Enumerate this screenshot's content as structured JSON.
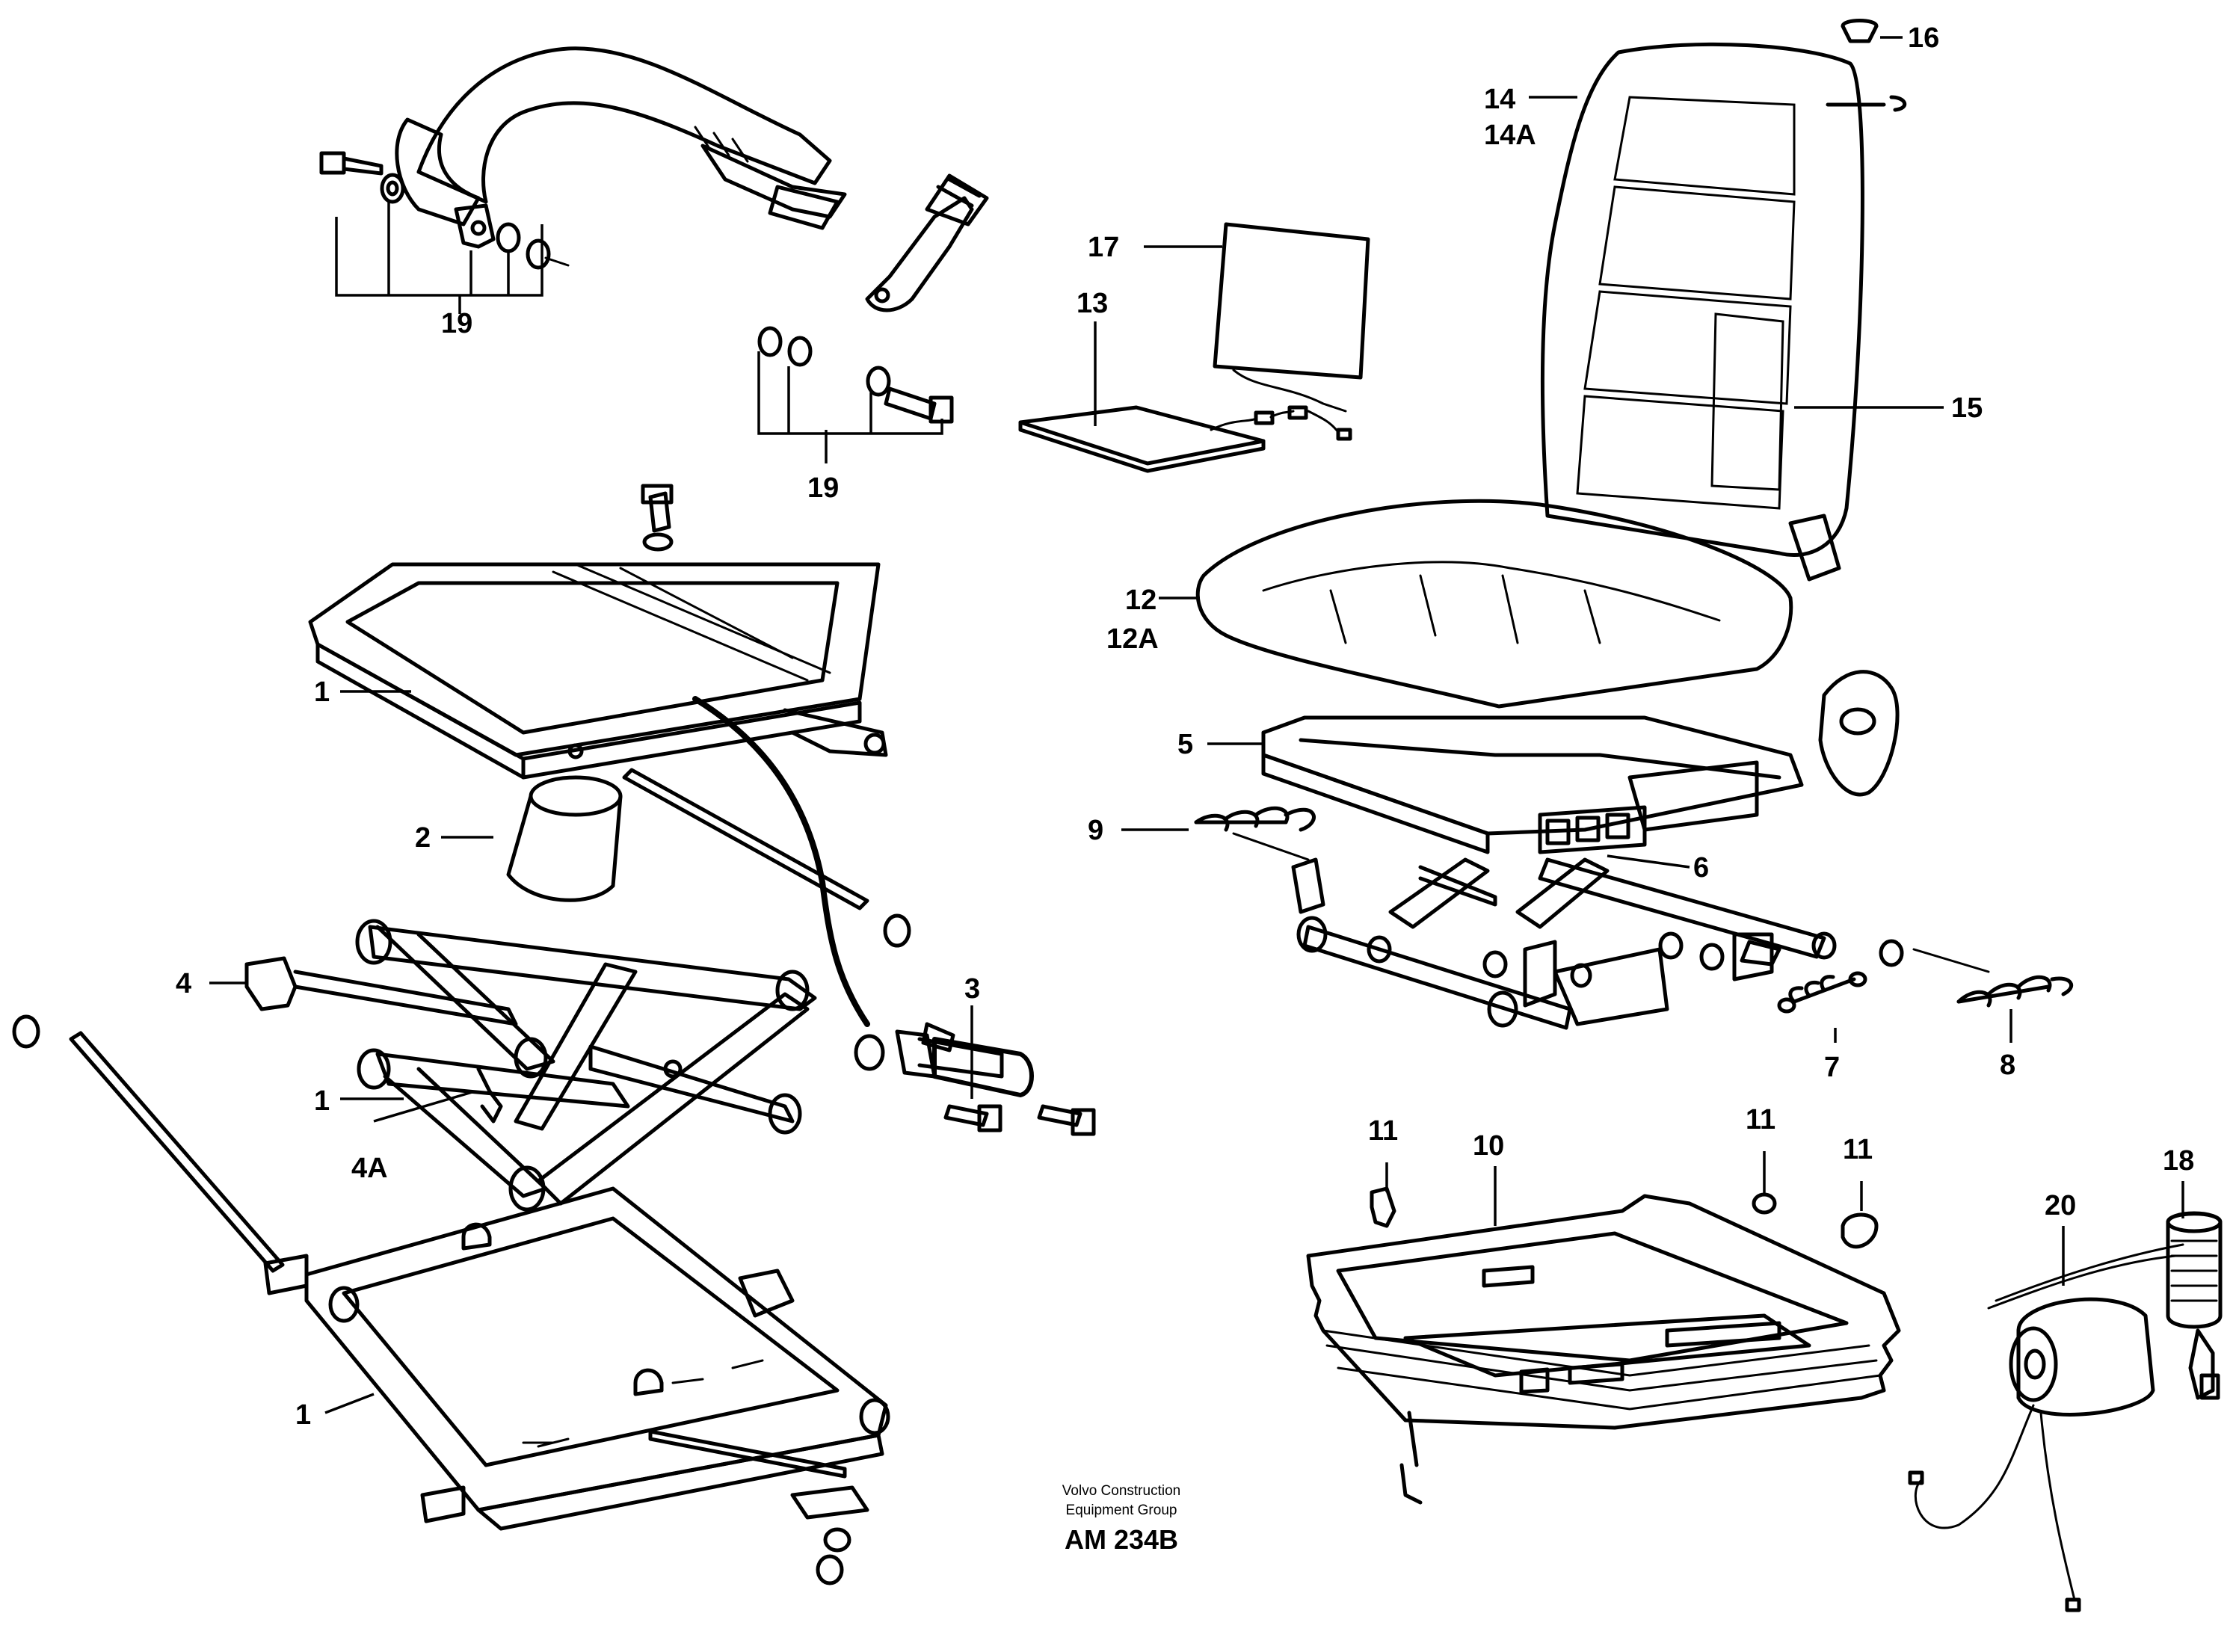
{
  "callouts": [
    {
      "id": "c1a",
      "text": "1"
    },
    {
      "id": "c1b",
      "text": "1"
    },
    {
      "id": "c1c",
      "text": "1"
    },
    {
      "id": "c2",
      "text": "2"
    },
    {
      "id": "c3",
      "text": "3"
    },
    {
      "id": "c4",
      "text": "4"
    },
    {
      "id": "c4a",
      "text": "4A"
    },
    {
      "id": "c5",
      "text": "5"
    },
    {
      "id": "c6",
      "text": "6"
    },
    {
      "id": "c7",
      "text": "7"
    },
    {
      "id": "c8",
      "text": "8"
    },
    {
      "id": "c9",
      "text": "9"
    },
    {
      "id": "c10",
      "text": "10"
    },
    {
      "id": "c11a",
      "text": "11"
    },
    {
      "id": "c11b",
      "text": "11"
    },
    {
      "id": "c11c",
      "text": "11"
    },
    {
      "id": "c12",
      "text": "12"
    },
    {
      "id": "c12a",
      "text": "12A"
    },
    {
      "id": "c13",
      "text": "13"
    },
    {
      "id": "c14",
      "text": "14"
    },
    {
      "id": "c14a",
      "text": "14A"
    },
    {
      "id": "c15",
      "text": "15"
    },
    {
      "id": "c16",
      "text": "16"
    },
    {
      "id": "c17",
      "text": "17"
    },
    {
      "id": "c18",
      "text": "18"
    },
    {
      "id": "c19a",
      "text": "19"
    },
    {
      "id": "c19b",
      "text": "19"
    },
    {
      "id": "c20",
      "text": "20"
    }
  ],
  "footer": {
    "line1": "Volvo Construction",
    "line2": "Equipment Group",
    "code": "AM 234B"
  }
}
